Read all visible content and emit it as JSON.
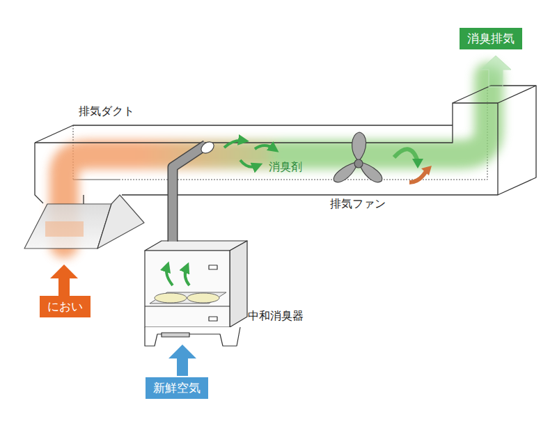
{
  "diagram": {
    "nodes": [
      {
        "text": [
          "消臭排気"
        ]
      },
      {
        "text": [
          "におい"
        ]
      },
      {
        "text": [
          "新鮮空気"
        ]
      }
    ],
    "labels": [
      "排気ダクト",
      "消臭剤",
      "排気ファン",
      "中和消臭器"
    ]
  }
}
